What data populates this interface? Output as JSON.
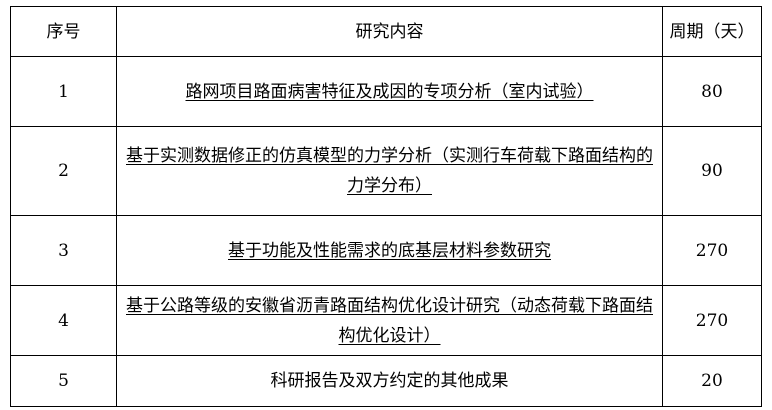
{
  "table": {
    "headers": {
      "seq": "序号",
      "content": "研究内容",
      "period": "周期（天）"
    },
    "rows": [
      {
        "seq": "1",
        "content": "路网项目路面病害特征及成因的专项分析（室内试验）",
        "period": "80",
        "underline": true
      },
      {
        "seq": "2",
        "content": "基于实测数据修正的仿真模型的力学分析（实测行车荷载下路面结构的力学分布）",
        "period": "90",
        "underline": true
      },
      {
        "seq": "3",
        "content": "基于功能及性能需求的底基层材料参数研究",
        "period": "270",
        "underline": true
      },
      {
        "seq": "4",
        "content": "基于公路等级的安徽省沥青路面结构优化设计研究（动态荷载下路面结构优化设计）",
        "period": "270",
        "underline": true
      },
      {
        "seq": "5",
        "content": "科研报告及双方约定的其他成果",
        "period": "20",
        "underline": false
      }
    ]
  }
}
